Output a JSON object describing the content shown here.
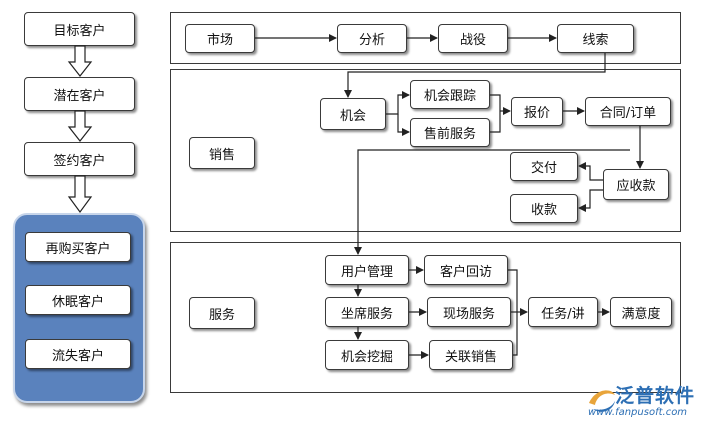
{
  "customer_stages": {
    "target": "目标客户",
    "potential": "潜在客户",
    "signed": "签约客户",
    "repurchase": "再购买客户",
    "dormant": "休眠客户",
    "lost": "流失客户"
  },
  "market": {
    "market": "市场",
    "analysis": "分析",
    "battle": "战役",
    "leads": "线索"
  },
  "sales": {
    "section_label": "销售",
    "opportunity": "机会",
    "opportunity_tracking": "机会跟踪",
    "presales_service": "售前服务",
    "quote": "报价",
    "contract_order": "合同/订单",
    "delivery": "交付",
    "receivable": "应收款",
    "payment": "收款"
  },
  "service": {
    "section_label": "服务",
    "user_management": "用户管理",
    "customer_revisit": "客户回访",
    "call_center_service": "坐席服务",
    "field_service": "现场服务",
    "task_lecture": "任务/讲",
    "satisfaction": "满意度",
    "opportunity_mining": "机会挖掘",
    "related_sales": "关联销售"
  },
  "logo": {
    "name": "泛普软件",
    "url": "www.fanpusoft.com"
  },
  "colors": {
    "panel_blue": "#5a82bd",
    "logo_blue": "#2d6fb4",
    "line": "#3a3a3a"
  }
}
